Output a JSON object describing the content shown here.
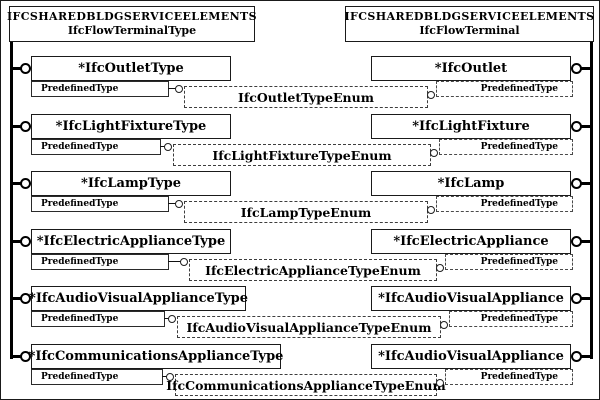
{
  "diagram": {
    "left_header": {
      "line1": "IFCSHAREDBLDGSERVICEELEMENTS",
      "line2": "IfcFlowTerminalType"
    },
    "right_header": {
      "line1": "IFCSHAREDBLDGSERVICEELEMENTS",
      "line2": "IfcFlowTerminal"
    },
    "rows": [
      {
        "left": "*IfcOutletType",
        "left_attr": "PredefinedType",
        "enum": "IfcOutletTypeEnum",
        "right_attr": "PredefinedType",
        "right": "*IfcOutlet"
      },
      {
        "left": "*IfcLightFixtureType",
        "left_attr": "PredefinedType",
        "enum": "IfcLightFixtureTypeEnum",
        "right_attr": "PredefinedType",
        "right": "*IfcLightFixture"
      },
      {
        "left": "*IfcLampType",
        "left_attr": "PredefinedType",
        "enum": "IfcLampTypeEnum",
        "right_attr": "PredefinedType",
        "right": "*IfcLamp"
      },
      {
        "left": "*IfcElectricApplianceType",
        "left_attr": "PredefinedType",
        "enum": "IfcElectricApplianceTypeEnum",
        "right_attr": "PredefinedType",
        "right": "*IfcElectricAppliance"
      },
      {
        "left": "*IfcAudioVisualApplianceType",
        "left_attr": "PredefinedType",
        "enum": "IfcAudioVisualApplianceTypeEnum",
        "right_attr": "PredefinedType",
        "right": "*IfcAudioVisualAppliance"
      },
      {
        "left": "*IfcCommunicationsApplianceType",
        "left_attr": "PredefinedType",
        "enum": "IfcCommunicationsApplianceTypeEnum",
        "right_attr": "PredefinedType",
        "right": "*IfcAudioVisualAppliance"
      }
    ],
    "colors": {
      "line": "#000000",
      "dashed_line": "#4a4a4a",
      "background": "#ffffff"
    }
  }
}
